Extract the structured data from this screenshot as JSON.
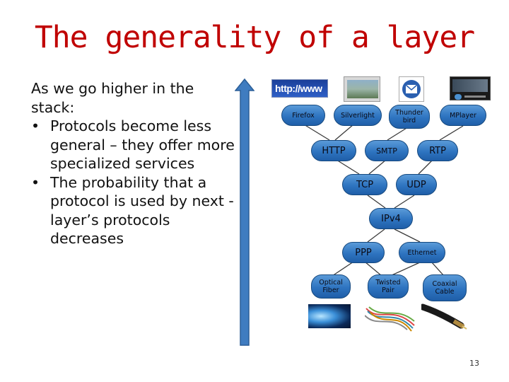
{
  "slide": {
    "title": "The generality of a layer",
    "intro": "As we go higher in the stack:",
    "bullets": [
      "Protocols become less general – they offer more specialized services",
      "The probability that a protocol is used by next -layer’s protocols decreases"
    ],
    "page_number": "13"
  },
  "stack": {
    "applications": [
      "Firefox",
      "Silverlight",
      "Thunder bird",
      "MPlayer"
    ],
    "application_protocols": [
      "HTTP",
      "SMTP",
      "RTP"
    ],
    "transport": [
      "TCP",
      "UDP"
    ],
    "network": [
      "IPv4"
    ],
    "link": [
      "PPP",
      "Ethernet"
    ],
    "physical": [
      "Optical Fiber",
      "Twisted Pair",
      "Coaxial Cable"
    ]
  },
  "images": {
    "browser": "http://www",
    "icons": [
      "browser-url-icon",
      "video-player-icon",
      "mail-envelope-icon",
      "media-player-icon",
      "optical-fiber-photo",
      "twisted-pair-photo",
      "coaxial-cable-photo"
    ]
  },
  "colors": {
    "title": "#c00000",
    "node": "#2e74c0",
    "arrow": "#3f7cc0"
  }
}
